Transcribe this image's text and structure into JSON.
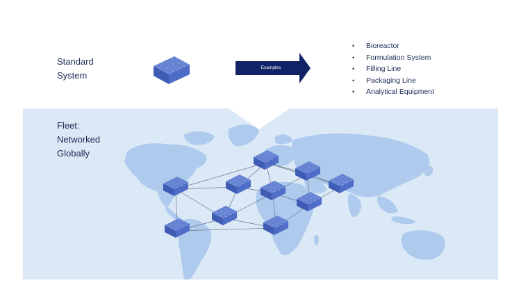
{
  "standard": {
    "line1": "Standard",
    "line2": "System"
  },
  "arrow": {
    "label": "Examples"
  },
  "examples": [
    "Bioreactor",
    "Formulation System",
    "Filling Line",
    "Packaging Line",
    "Analytical Equipment"
  ],
  "fleet": {
    "line1": "Fleet:",
    "line2": "Networked",
    "line3": "Globally"
  },
  "colors": {
    "panel": "#dbe8f6",
    "map": "#aecbed",
    "arrow": "#0f2366",
    "brick_top": "#6a86d6",
    "brick_left": "#3e5cb4",
    "brick_right": "#4f6dc7",
    "text": "#1d2b55",
    "network": "#6a7488"
  }
}
